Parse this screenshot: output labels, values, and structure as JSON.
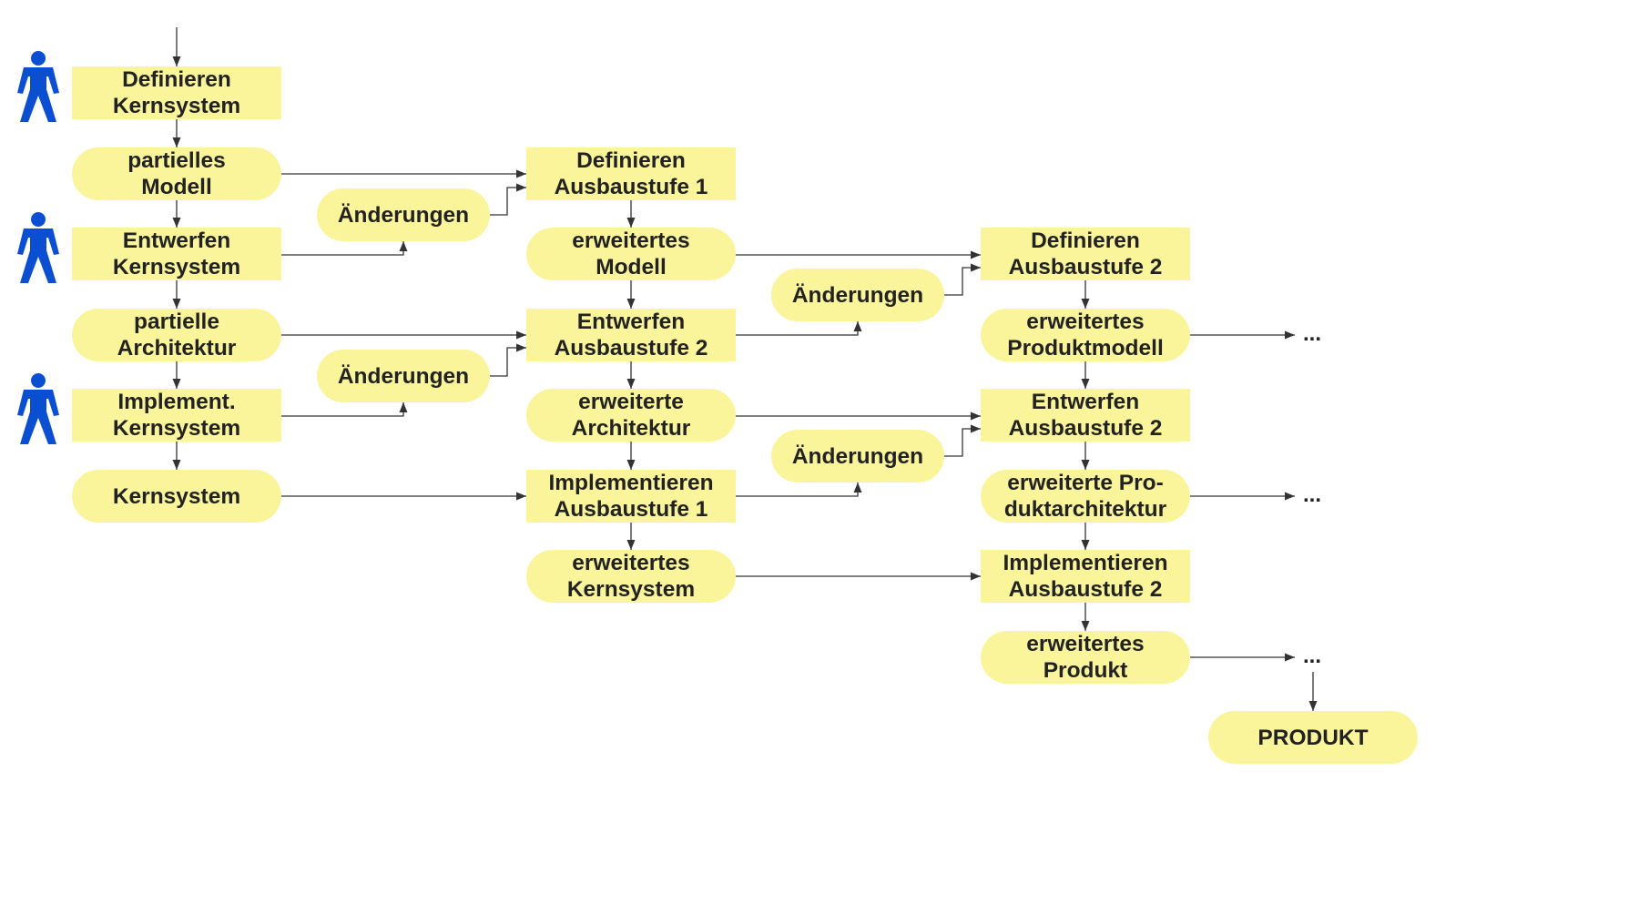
{
  "colors": {
    "node_fill": "#faf59b",
    "line": "#333333",
    "person": "#0a4fd1",
    "text": "#222222"
  },
  "nodes": {
    "definieren_kern": [
      "Definieren",
      "Kernsystem"
    ],
    "partielles_modell": [
      "partielles",
      "Modell"
    ],
    "entwerfen_kern": [
      "Entwerfen",
      "Kernsystem"
    ],
    "partielle_architektur": [
      "partielle",
      "Architektur"
    ],
    "implement_kern": [
      "Implement.",
      "Kernsystem"
    ],
    "kernsystem": [
      "Kernsystem"
    ],
    "aenderungen_a": [
      "Änderungen"
    ],
    "aenderungen_b": [
      "Änderungen"
    ],
    "definieren_a1": [
      "Definieren",
      "Ausbaustufe 1"
    ],
    "erweitertes_modell": [
      "erweitertes",
      "Modell"
    ],
    "entwerfen_a2_mid": [
      "Entwerfen",
      "Ausbaustufe 2"
    ],
    "erweiterte_architektur": [
      "erweiterte",
      "Architektur"
    ],
    "implementieren_a1": [
      "Implementieren",
      "Ausbaustufe 1"
    ],
    "erweitertes_kernsystem": [
      "erweitertes",
      "Kernsystem"
    ],
    "aenderungen_c": [
      "Änderungen"
    ],
    "aenderungen_d": [
      "Änderungen"
    ],
    "definieren_a2": [
      "Definieren",
      "Ausbaustufe 2"
    ],
    "erweitertes_produktmodell": [
      "erweitertes",
      "Produktmodell"
    ],
    "entwerfen_a2_right": [
      "Entwerfen",
      "Ausbaustufe 2"
    ],
    "erweiterte_produktarchitektur": [
      "erweiterte Pro-",
      "duktarchitektur"
    ],
    "implementieren_a2": [
      "Implementieren",
      "Ausbaustufe 2"
    ],
    "erweitertes_produkt": [
      "erweitertes",
      "Produkt"
    ],
    "produkt": [
      "PRODUKT"
    ]
  },
  "continuation": "...",
  "icons": [
    "person-icon",
    "person-icon",
    "person-icon"
  ]
}
